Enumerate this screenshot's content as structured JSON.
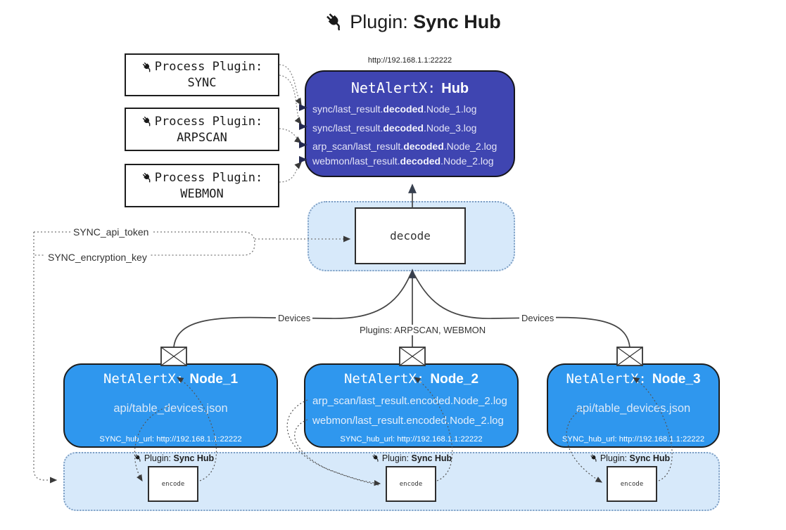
{
  "title": {
    "prefix": "Plugin:",
    "name": "Sync Hub"
  },
  "hub": {
    "url_label": "http://192.168.1.1:22222",
    "name_prefix": "NetAlertX:",
    "name": "Hub",
    "logs": [
      {
        "pre": "sync/last_result.",
        "bold": "decoded",
        "post": ".Node_1.log"
      },
      {
        "pre": "sync/last_result.",
        "bold": "decoded",
        "post": ".Node_3.log"
      },
      {
        "pre": "arp_scan/last_result.",
        "bold": "decoded",
        "post": ".Node_2.log"
      },
      {
        "pre": "webmon/last_result.",
        "bold": "decoded",
        "post": ".Node_2.log"
      }
    ]
  },
  "process_plugins": [
    {
      "label": "Process Plugin:",
      "name": "SYNC"
    },
    {
      "label": "Process Plugin:",
      "name": "ARPSCAN"
    },
    {
      "label": "Process Plugin:",
      "name": "WEBMON"
    }
  ],
  "decode": {
    "label": "decode"
  },
  "keys": {
    "api_token": "SYNC_api_token",
    "encryption_key": "SYNC_encryption_key"
  },
  "edges": {
    "devices_left": "Devices",
    "plugins_center": "Plugins: ARPSCAN, WEBMON",
    "devices_right": "Devices"
  },
  "nodes": [
    {
      "name_prefix": "NetAlertX:",
      "name": "Node_1",
      "lines": [
        "api/table_devices.json"
      ],
      "hub_url": "SYNC_hub_url: http://192.168.1.1:22222"
    },
    {
      "name_prefix": "NetAlertX:",
      "name": "Node_2",
      "lines": [
        "arp_scan/last_result.encoded.Node_2.log",
        "webmon/last_result.encoded.Node_2.log"
      ],
      "hub_url": "SYNC_hub_url: http://192.168.1.1:22222"
    },
    {
      "name_prefix": "NetAlertX:",
      "name": "Node_3",
      "lines": [
        "api/table_devices.json"
      ],
      "hub_url": "SYNC_hub_url: http://192.168.1.1:22222"
    }
  ],
  "encoders": [
    {
      "plugin_prefix": "Plugin:",
      "plugin_name": "Sync Hub",
      "label": "encode"
    },
    {
      "plugin_prefix": "Plugin:",
      "plugin_name": "Sync Hub",
      "label": "encode"
    },
    {
      "plugin_prefix": "Plugin:",
      "plugin_name": "Sync Hub",
      "label": "encode"
    }
  ],
  "colors": {
    "hub_fill": "#3f45b1",
    "node_fill": "#2f97ee",
    "panel_fill": "#d7e9fa",
    "panel_border": "#7e9fc4",
    "box_border": "#1d1d1d"
  }
}
